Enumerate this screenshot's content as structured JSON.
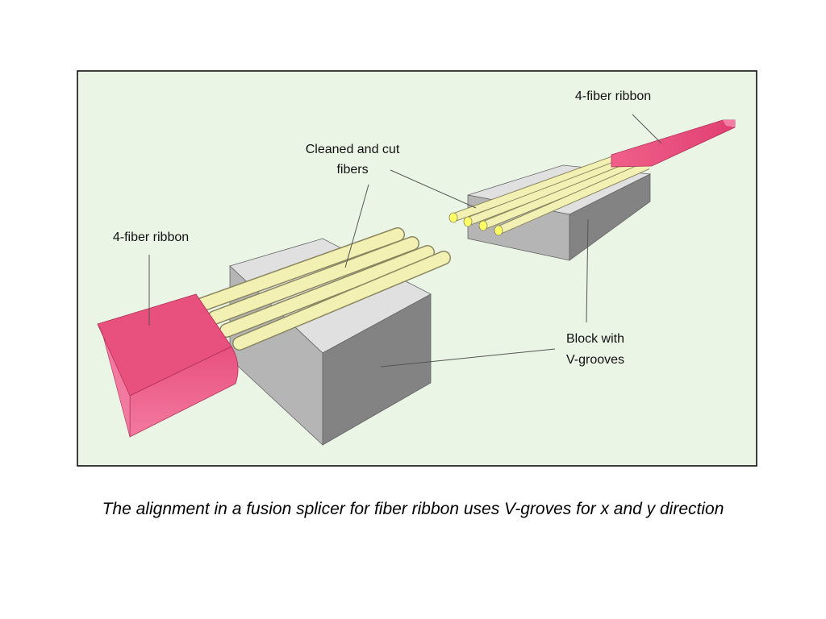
{
  "labels": {
    "ribbon_right": "4-fiber ribbon",
    "fibers_line1": "Cleaned and cut",
    "fibers_line2": "fibers",
    "ribbon_left": "4-fiber ribbon",
    "block_line1": "Block with",
    "block_line2": "V-grooves"
  },
  "caption": "The alignment in a fusion splicer for fiber ribbon uses V-groves for x and y direction",
  "colors": {
    "panel_background": "#eaf5e6",
    "ribbon": "#e8507e",
    "fiber": "#f3f0b4",
    "fiber_end": "#ffff66",
    "block_top": "#e0e0e0",
    "block_front": "#b5b5b5",
    "block_side": "#838383"
  }
}
